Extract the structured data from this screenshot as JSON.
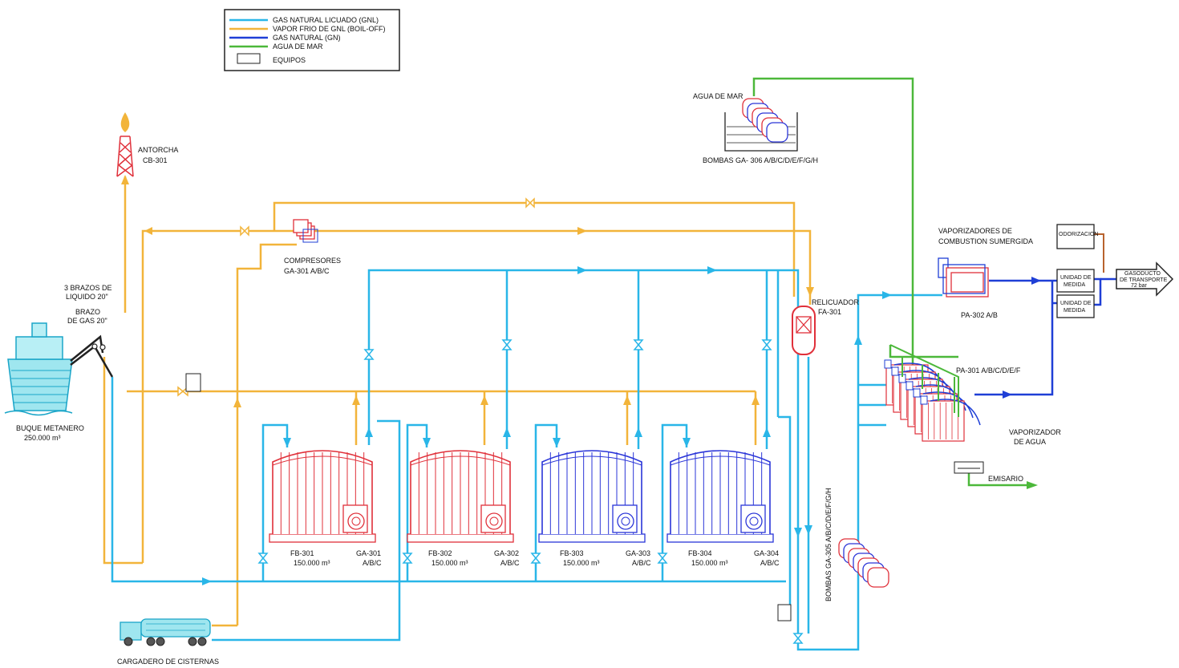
{
  "colors": {
    "gnl": "#29b6e8",
    "boil_off": "#f2b43a",
    "gn": "#1f3fd6",
    "agua_mar": "#4cb83a",
    "equipo_red": "#e0303a",
    "equipo_blue": "#2a35d8",
    "outline": "#222222"
  },
  "legend": {
    "items": [
      {
        "label": "GAS NATURAL LICUADO (GNL)",
        "color_key": "gnl"
      },
      {
        "label": "VAPOR FRIO DE GNL (BOIL-OFF)",
        "color_key": "boil_off"
      },
      {
        "label": "GAS NATURAL (GN)",
        "color_key": "gn"
      },
      {
        "label": "AGUA DE MAR",
        "color_key": "agua_mar"
      }
    ],
    "equipos_label": "EQUIPOS"
  },
  "labels": {
    "antorcha": "ANTORCHA",
    "antorcha_tag": "CB-301",
    "brazos_liquido_1": "3 BRAZOS DE",
    "brazos_liquido_2": "LIQUIDO 20\"",
    "brazo_gas_1": "BRAZO",
    "brazo_gas_2": "DE GAS 20\"",
    "buque_1": "BUQUE METANERO",
    "buque_2": "250.000 m³",
    "compresores_1": "COMPRESORES",
    "compresores_2": "GA-301 A/B/C",
    "agua_de_mar": "AGUA DE MAR",
    "bombas_agua": "BOMBAS GA- 306 A/B/C/D/E/F/G/H",
    "relicuador_1": "RELICUADOR",
    "relicuador_2": "FA-301",
    "vap_comb_1": "VAPORIZADORES DE",
    "vap_comb_2": "COMBUSTION SUMERGIDA",
    "pa302": "PA-302 A/B",
    "pa301": "PA-301 A/B/C/D/E/F",
    "vap_agua_1": "VAPORIZADOR",
    "vap_agua_2": "DE AGUA",
    "emisario": "EMISARIO",
    "odorizacion": "ODORIZACION",
    "unidad_medida_1a": "UNIDAD DE",
    "unidad_medida_1b": "MEDIDA",
    "unidad_medida_2a": "UNIDAD DE",
    "unidad_medida_2b": "MEDIDA",
    "gasoducto_1": "GASODUCTO",
    "gasoducto_2": "DE TRANSPORTE",
    "gasoducto_3": "72 bar",
    "bombas_305": "BOMBAS GA-305 A/B/C/D/E/F/G/H",
    "cargadero": "CARGADERO DE CISTERNAS"
  },
  "tanks": [
    {
      "name": "FB-301",
      "capacity": "150.000 m³",
      "pump": "GA-301",
      "pump_sub": "A/B/C",
      "color_key": "equipo_red"
    },
    {
      "name": "FB-302",
      "capacity": "150.000 m³",
      "pump": "GA-302",
      "pump_sub": "A/B/C",
      "color_key": "equipo_red"
    },
    {
      "name": "FB-303",
      "capacity": "150.000 m³",
      "pump": "GA-303",
      "pump_sub": "A/B/C",
      "color_key": "equipo_blue"
    },
    {
      "name": "FB-304",
      "capacity": "150.000 m³",
      "pump": "GA-304",
      "pump_sub": "A/B/C",
      "color_key": "equipo_blue"
    }
  ]
}
